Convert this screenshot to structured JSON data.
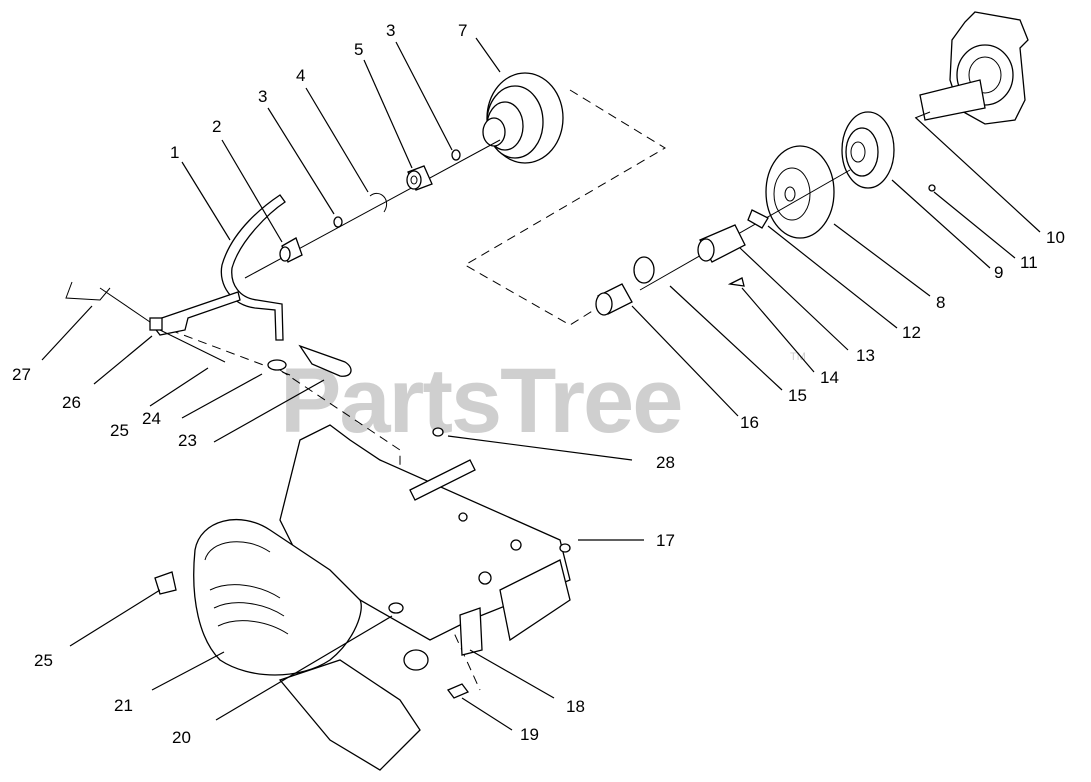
{
  "watermark": {
    "text": "PartsTree",
    "tm": "TM"
  },
  "callouts": [
    {
      "id": "1",
      "text": "1"
    },
    {
      "id": "2",
      "text": "2"
    },
    {
      "id": "3a",
      "text": "3"
    },
    {
      "id": "4",
      "text": "4"
    },
    {
      "id": "5",
      "text": "5"
    },
    {
      "id": "3b",
      "text": "3"
    },
    {
      "id": "7",
      "text": "7"
    },
    {
      "id": "10",
      "text": "10"
    },
    {
      "id": "11",
      "text": "11"
    },
    {
      "id": "9",
      "text": "9"
    },
    {
      "id": "8",
      "text": "8"
    },
    {
      "id": "12",
      "text": "12"
    },
    {
      "id": "13",
      "text": "13"
    },
    {
      "id": "14",
      "text": "14"
    },
    {
      "id": "15",
      "text": "15"
    },
    {
      "id": "16",
      "text": "16"
    },
    {
      "id": "27",
      "text": "27"
    },
    {
      "id": "26",
      "text": "26"
    },
    {
      "id": "25a",
      "text": "25"
    },
    {
      "id": "24",
      "text": "24"
    },
    {
      "id": "23",
      "text": "23"
    },
    {
      "id": "28",
      "text": "28"
    },
    {
      "id": "17",
      "text": "17"
    },
    {
      "id": "25b",
      "text": "25"
    },
    {
      "id": "21",
      "text": "21"
    },
    {
      "id": "20",
      "text": "20"
    },
    {
      "id": "18",
      "text": "18"
    },
    {
      "id": "19",
      "text": "19"
    }
  ]
}
